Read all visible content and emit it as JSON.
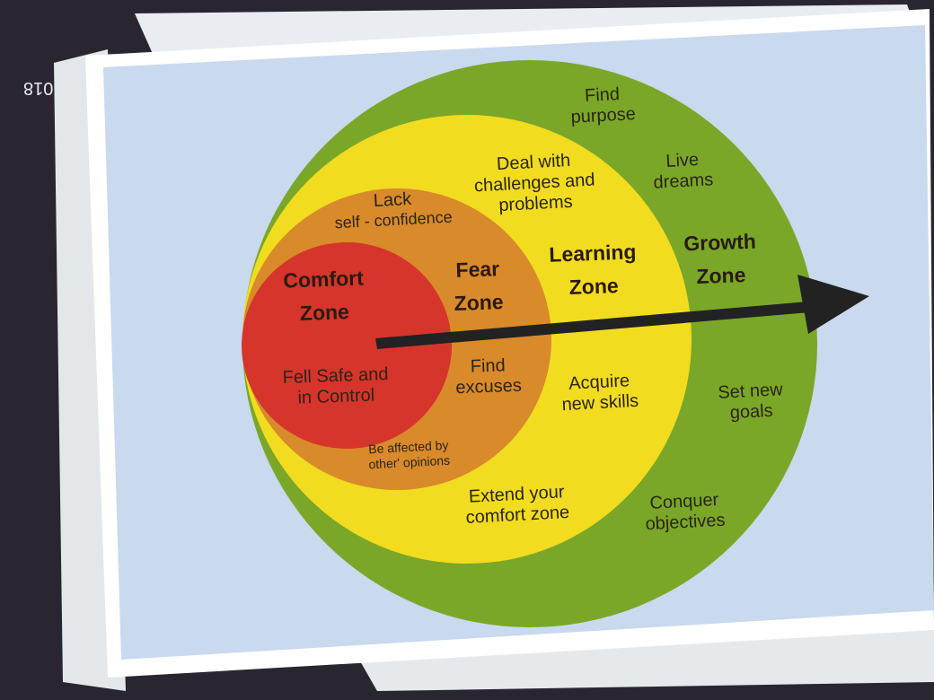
{
  "diagram": {
    "colors": {
      "background_sheet": "#c9d9ee",
      "growth_zone": "#7aa728",
      "learning_zone": "#f2dc1f",
      "fear_zone": "#d98a2b",
      "comfort_zone": "#d6352b",
      "arrow": "#222222"
    },
    "zones": {
      "comfort": {
        "title": [
          "Comfort",
          "Zone"
        ],
        "note": [
          "Fell Safe and",
          "in Control"
        ]
      },
      "fear": {
        "title": [
          "Fear",
          "Zone"
        ],
        "note_top": [
          "Lack",
          "self - confidence"
        ],
        "note_mid": [
          "Find",
          "excuses"
        ],
        "note_bottom": [
          "Be affected by",
          "other' opinions"
        ]
      },
      "learning": {
        "title": [
          "Learning",
          "Zone"
        ],
        "note_top": [
          "Deal with",
          "challenges and",
          "problems"
        ],
        "note_mid": [
          "Acquire",
          "new skills"
        ],
        "note_bottom": [
          "Extend your",
          "comfort zone"
        ]
      },
      "growth": {
        "title": [
          "Growth",
          "Zone"
        ],
        "note_top": [
          "Find",
          "purpose"
        ],
        "note_top2": [
          "Live",
          "dreams"
        ],
        "note_mid": [
          "Set new",
          "goals"
        ],
        "note_bottom": [
          "Conquer",
          "objectives"
        ]
      }
    },
    "arrow_icon": "right-arrow-icon",
    "sheet_corner_text": "018"
  }
}
